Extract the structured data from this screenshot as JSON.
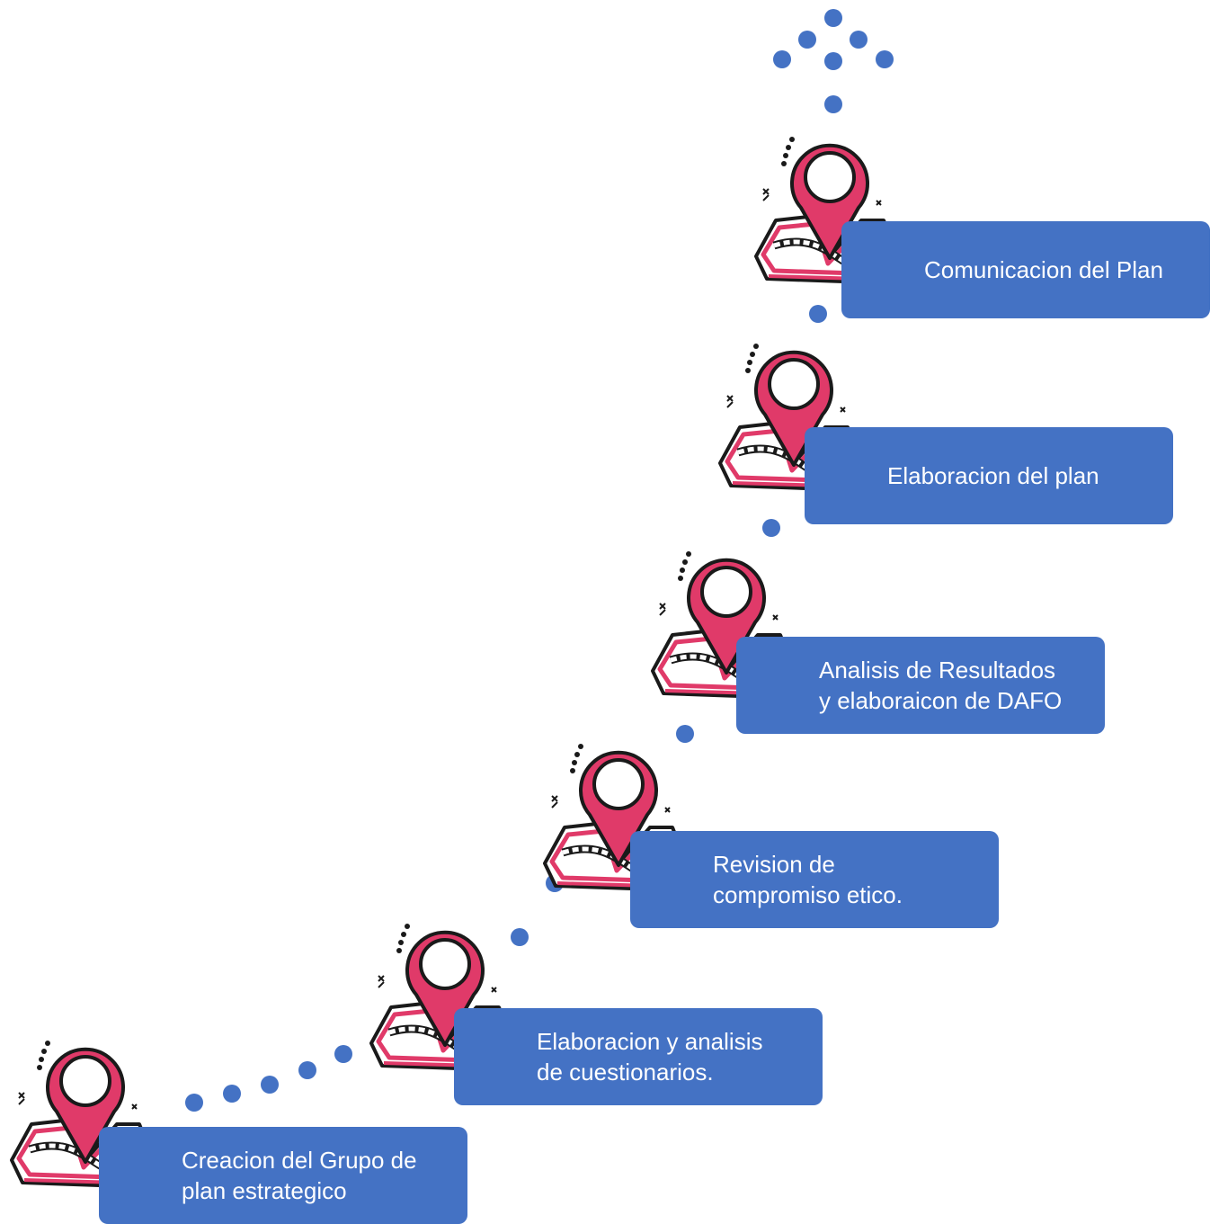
{
  "colors": {
    "accent": "#4472c4",
    "pin": "#e03a69",
    "ink": "#1a1a1a"
  },
  "icon": "map-location-pin-icon",
  "steps": [
    {
      "label": "Creacion del Grupo de\nplan estrategico"
    },
    {
      "label": "Elaboracion  y analisis\nde cuestionarios."
    },
    {
      "label": "Revision de\ncompromiso etico."
    },
    {
      "label": "Analisis de Resultados\ny elaboraicon de DAFO"
    },
    {
      "label": "Elaboracion del plan"
    },
    {
      "label": "Comunicacion del Plan"
    }
  ]
}
